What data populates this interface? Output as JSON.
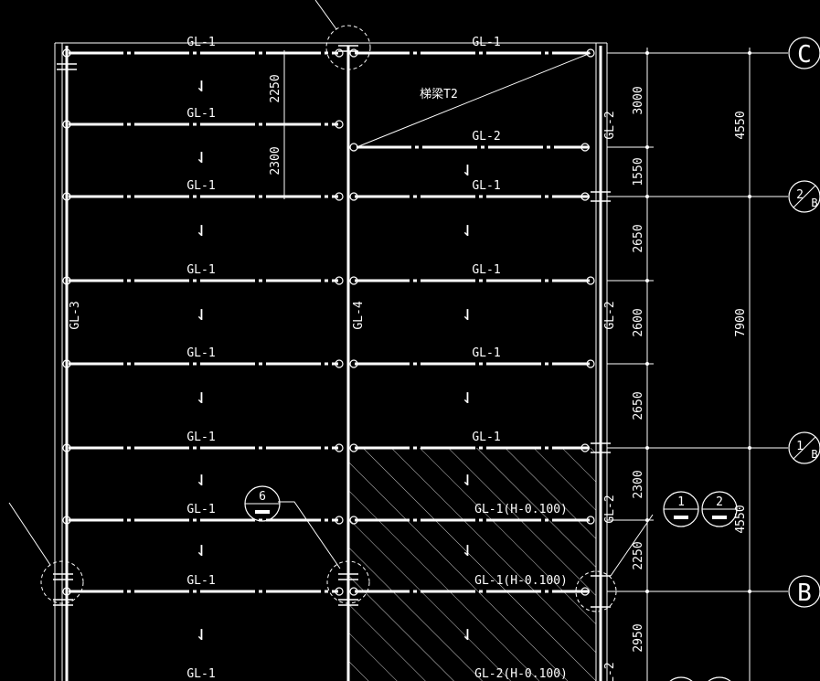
{
  "colors": {
    "background": "#000000",
    "lines": "#ffffff",
    "hatch": "#ffffff"
  },
  "beam_labels": {
    "gl1": "GL-1",
    "gl2": "GL-2",
    "gl3": "GL-3",
    "gl4": "GL-4",
    "gl1_h": "GL-1(H-0.100)",
    "gl2_h": "GL-2(H-0.100)"
  },
  "stair_beam_label": "梯梁T2",
  "axis_labels": {
    "c": "C",
    "b": "B",
    "b2": "2",
    "b1": "1",
    "b_sub": "B"
  },
  "dimensions": {
    "inner_left": [
      "2250",
      "2300"
    ],
    "right_column": [
      "3000",
      "1550",
      "2650",
      "2600",
      "2650",
      "2300",
      "2250",
      "2950"
    ],
    "overall": [
      "4550",
      "7900",
      "4550"
    ]
  },
  "callouts": [
    "6",
    "1",
    "2"
  ],
  "span_marks": "⇃"
}
